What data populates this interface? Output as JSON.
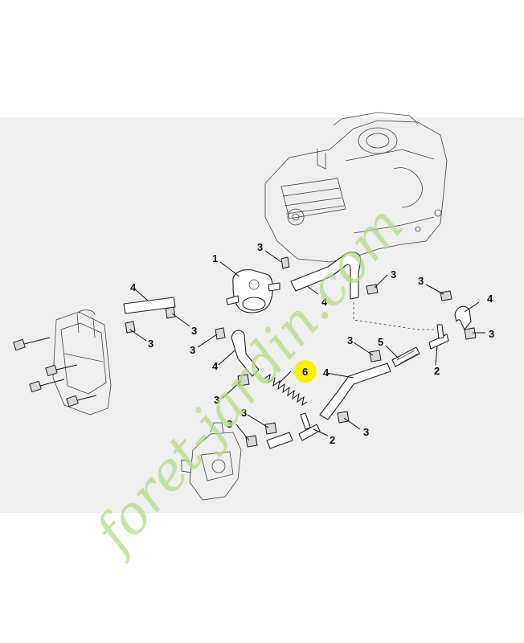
{
  "diagram": {
    "callouts": [
      {
        "id": "c1",
        "label": "1"
      },
      {
        "id": "c2",
        "label": "2"
      },
      {
        "id": "c3",
        "label": "2"
      },
      {
        "id": "c4",
        "label": "3"
      },
      {
        "id": "c5",
        "label": "3"
      },
      {
        "id": "c6",
        "label": "3"
      },
      {
        "id": "c7",
        "label": "3"
      },
      {
        "id": "c8",
        "label": "3"
      },
      {
        "id": "c9",
        "label": "3"
      },
      {
        "id": "c10",
        "label": "3"
      },
      {
        "id": "c11",
        "label": "3"
      },
      {
        "id": "c12",
        "label": "3"
      },
      {
        "id": "c13",
        "label": "3"
      },
      {
        "id": "c14",
        "label": "3"
      },
      {
        "id": "c15",
        "label": "3"
      },
      {
        "id": "c16",
        "label": "4"
      },
      {
        "id": "c17",
        "label": "4"
      },
      {
        "id": "c18",
        "label": "4"
      },
      {
        "id": "c19",
        "label": "4"
      },
      {
        "id": "c20",
        "label": "4"
      },
      {
        "id": "c21",
        "label": "5"
      },
      {
        "id": "c22",
        "label": "6"
      }
    ],
    "highlight_color": "#f5f500"
  },
  "watermark": {
    "text": "foret-jardin.com",
    "color": "#b5d98a"
  }
}
